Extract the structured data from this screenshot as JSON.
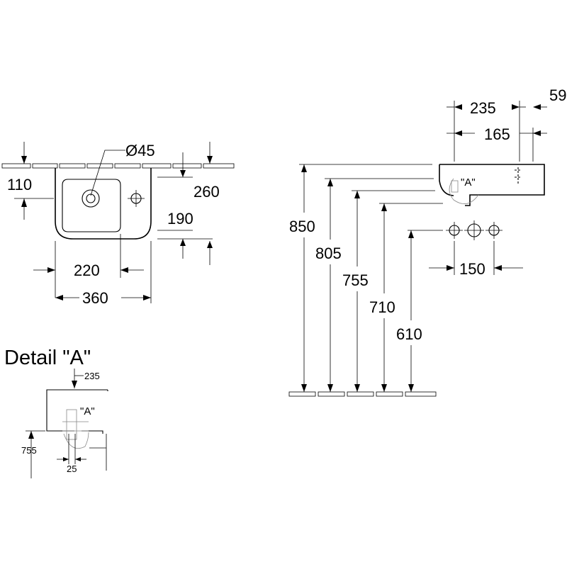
{
  "top_view": {
    "hole_diameter": "Ø45",
    "left_depth": "110",
    "right_depth": "260",
    "right_inner": "190",
    "bowl_width": "220",
    "total_width": "360"
  },
  "side_view": {
    "depth": "235",
    "offset": "59",
    "inner_depth": "165",
    "detail_label": "\"A\"",
    "fixing_spacing": "150",
    "heights": [
      "850",
      "805",
      "755",
      "710",
      "610"
    ]
  },
  "detail": {
    "title": "Detail \"A\"",
    "depth": "235",
    "label": "\"A\"",
    "height": "755",
    "width": "25"
  }
}
